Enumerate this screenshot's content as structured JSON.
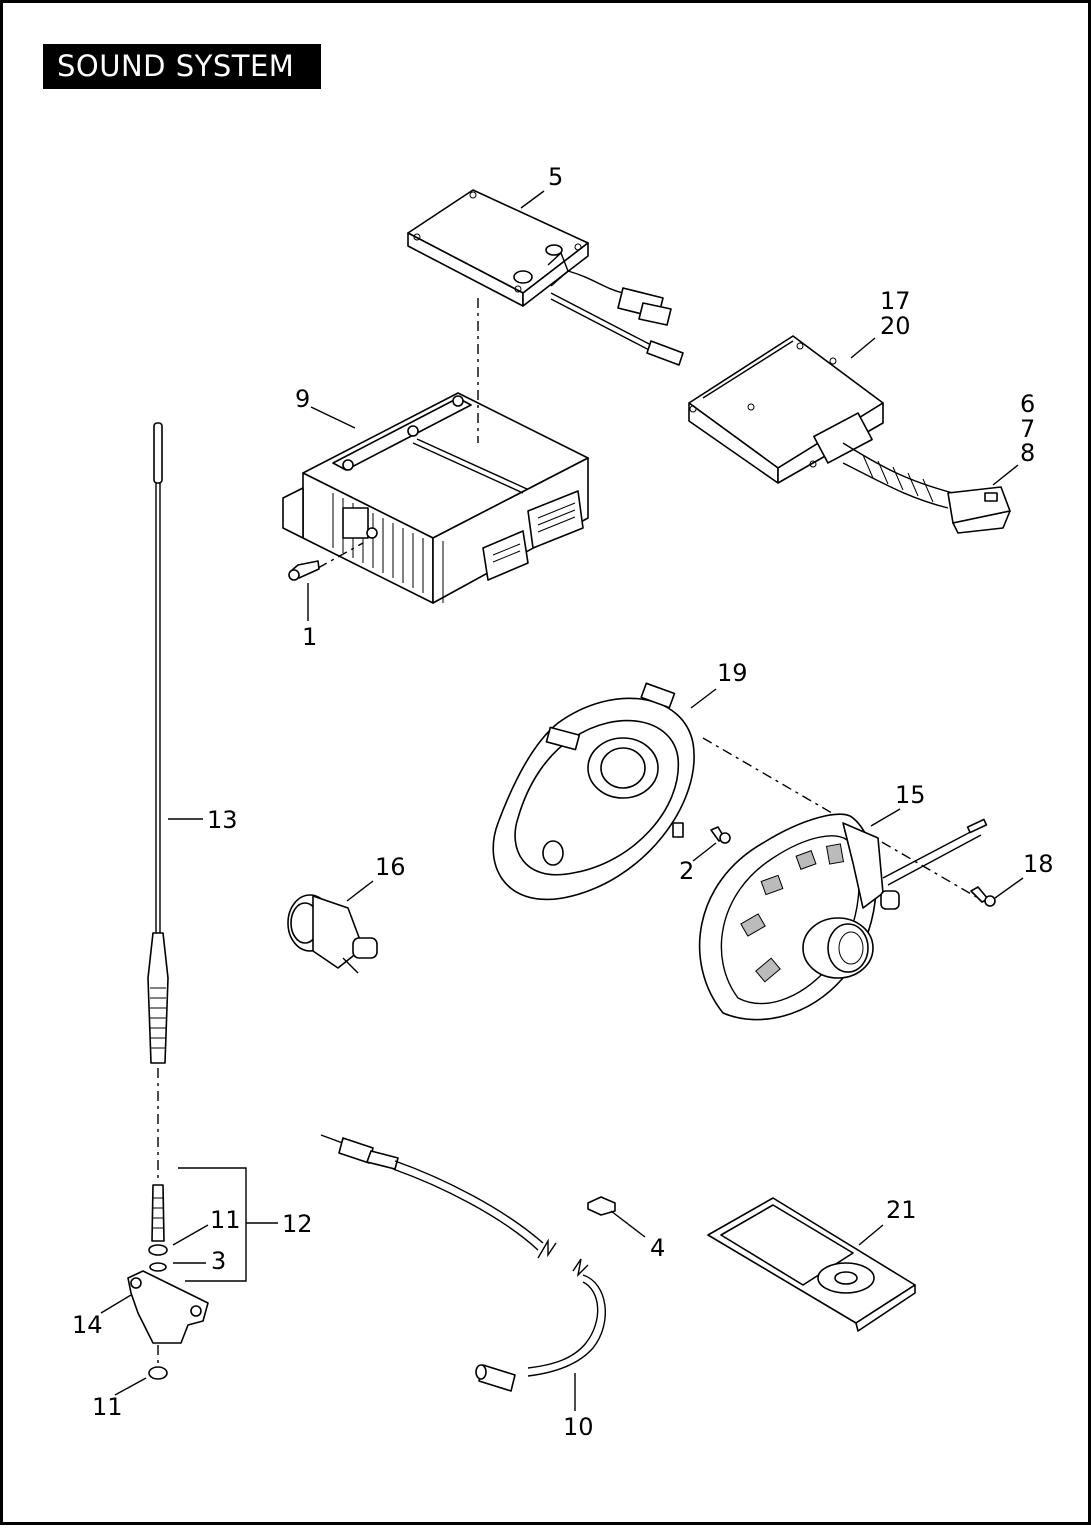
{
  "title": "SOUND SYSTEM",
  "callouts": {
    "c1": "1",
    "c2": "2",
    "c3": "3",
    "c4": "4",
    "c5": "5",
    "c6": "6",
    "c7": "7",
    "c8": "8",
    "c9": "9",
    "c10": "10",
    "c11a": "11",
    "c11b": "11",
    "c12": "12",
    "c13": "13",
    "c14": "14",
    "c15": "15",
    "c16": "16",
    "c17": "17",
    "c18": "18",
    "c19": "19",
    "c20": "20",
    "c21": "21"
  }
}
